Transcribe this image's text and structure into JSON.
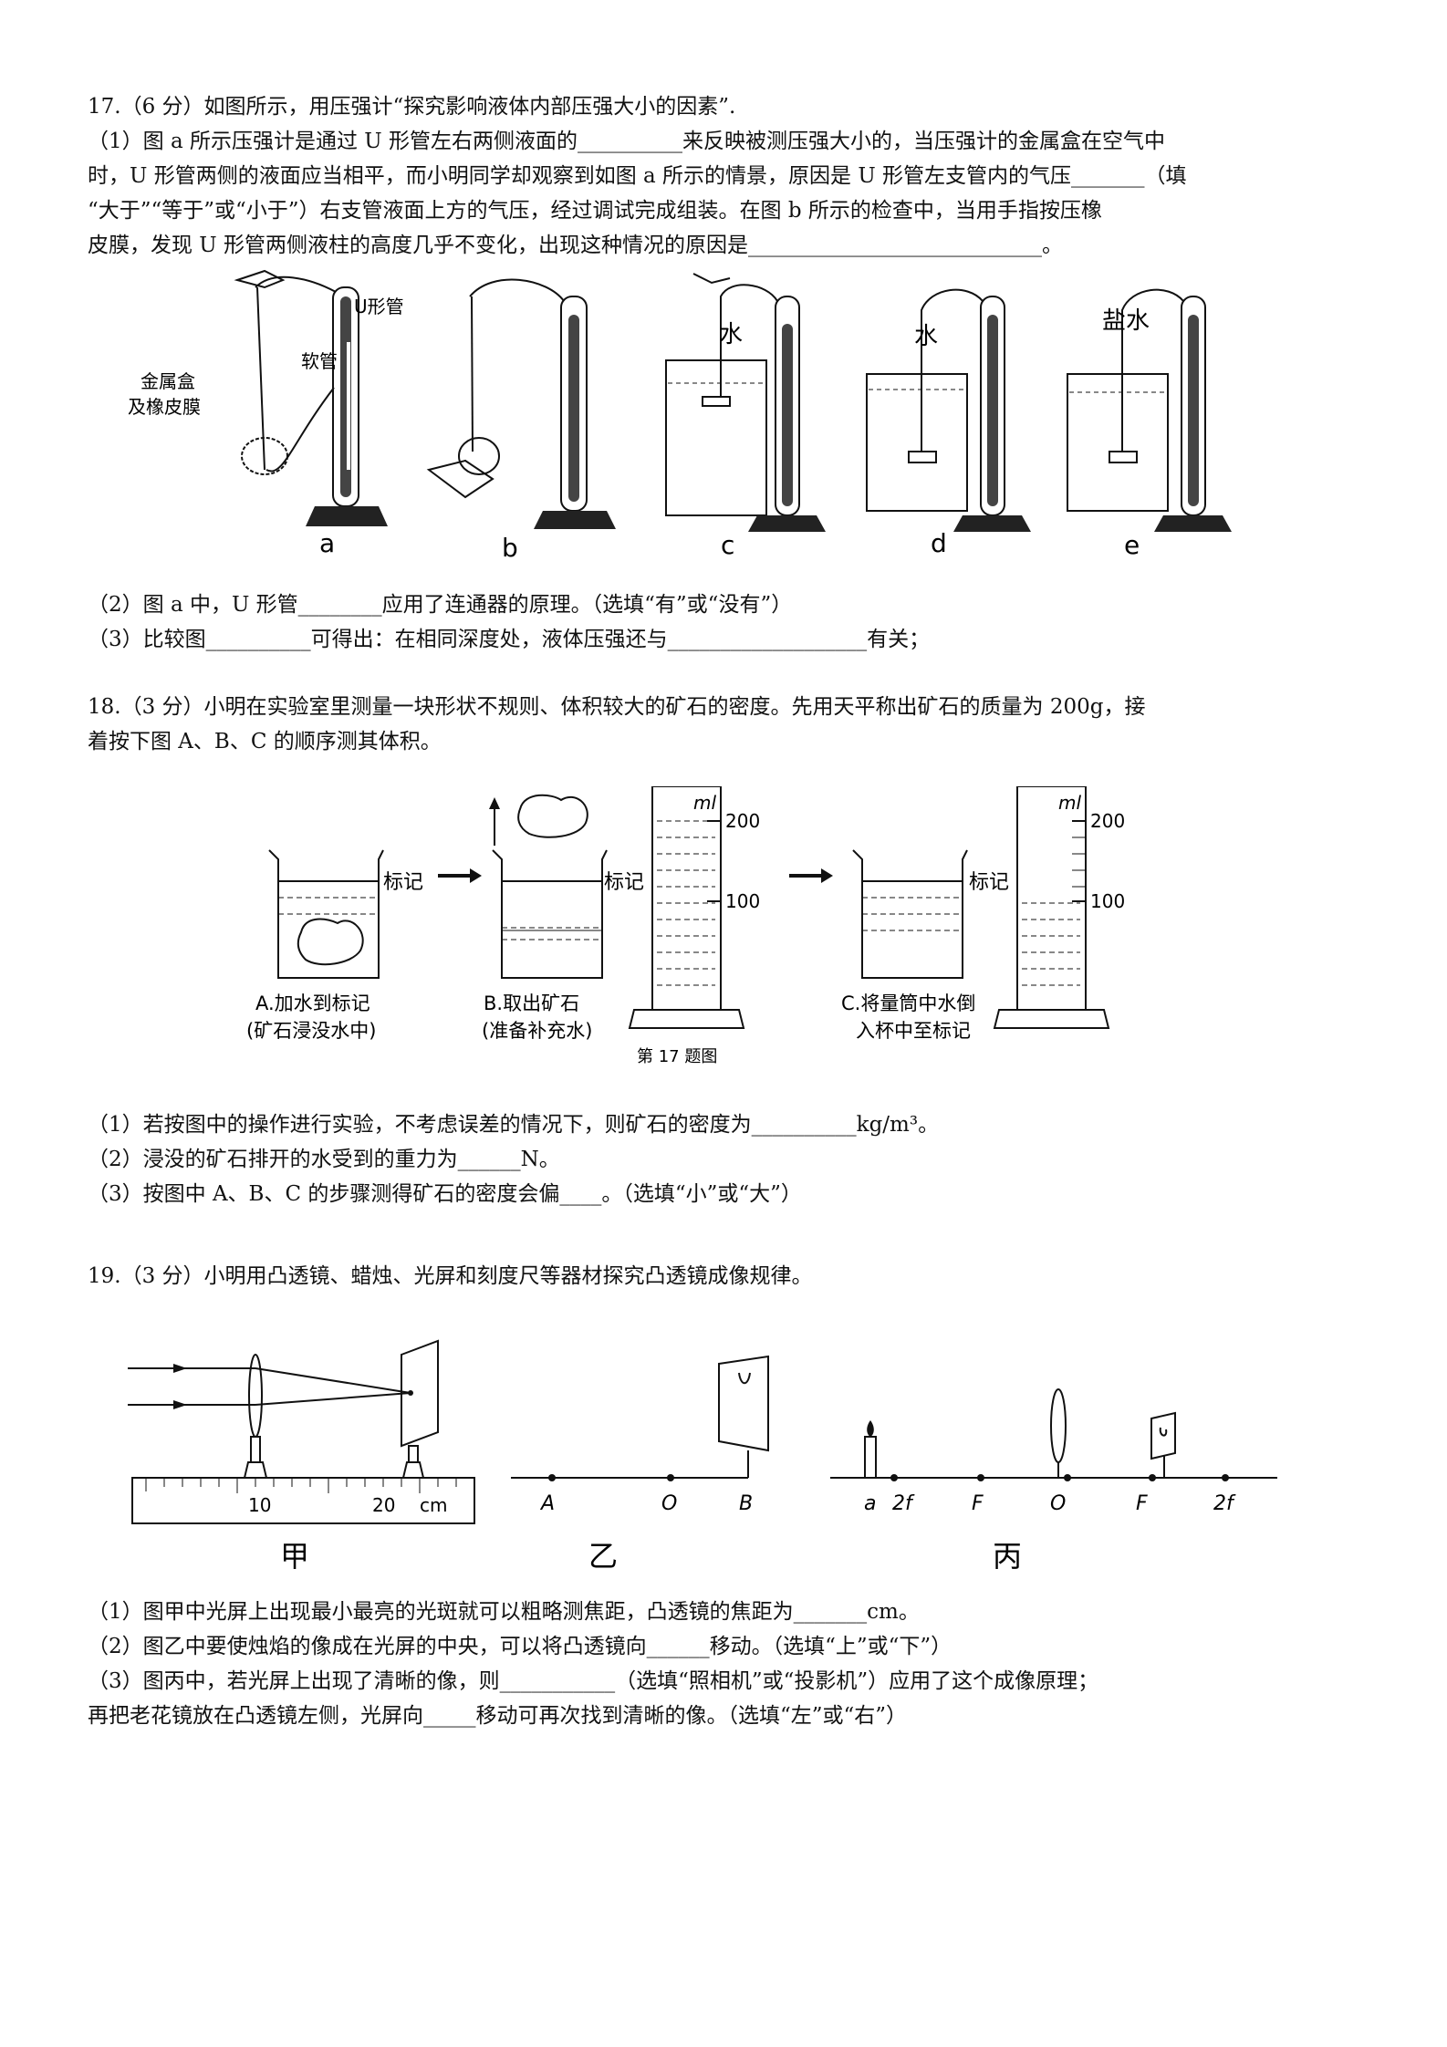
{
  "q17": {
    "title": "17.（6 分）如图所示，用压强计“探究影响液体内部压强大小的因素”.",
    "p1_l1": "（1）图 a 所示压强计是通过 U 形管左右两侧液面的__________来反映被测压强大小的，当压强计的金属盒在空气中",
    "p1_l2": "时，U 形管两侧的液面应当相平，而小明同学却观察到如图 a 所示的情景，原因是 U 形管左支管内的气压_______（填",
    "p1_l3": "“大于”“等于”或“小于”）右支管液面上方的气压，经过调试完成组装。在图 b 所示的检查中，当用手指按压橡",
    "p1_l4": "皮膜，发现 U 形管两侧液柱的高度几乎不变化，出现这种情况的原因是____________________________。",
    "p2": "（2）图 a 中，U 形管________应用了连通器的原理。（选填“有”或“没有”）",
    "p3": "（3）比较图__________可得出：在相同深度处，液体压强还与___________________有关；",
    "fig": {
      "label_u": "U形管",
      "label_soft": "软管",
      "label_box1": "金属盒",
      "label_box2": "及橡皮膜",
      "label_water1": "水",
      "label_water2": "水",
      "label_salt": "盐水",
      "sub_a": "a",
      "sub_b": "b",
      "sub_c": "c",
      "sub_d": "d",
      "sub_e": "e"
    }
  },
  "q18": {
    "title_l1": "18.（3 分）小明在实验室里测量一块形状不规则、体积较大的矿石的密度。先用天平称出矿石的质量为 200g，接",
    "title_l2": "着按下图 A、B、C 的顺序测其体积。",
    "p1": "（1）若按图中的操作进行实验，不考虑误差的情况下，则矿石的密度为__________kg/m³。",
    "p2": "（2）浸没的矿石排开的水受到的重力为______N。",
    "p3": "（3）按图中 A、B、C 的步骤测得矿石的密度会偏____。（选填“小”或“大”）",
    "fig": {
      "mark": "标记",
      "mark2": "标记",
      "mark3": "标记",
      "capA1": "A.加水到标记",
      "capA2": "(矿石浸没水中)",
      "capB1": "B.取出矿石",
      "capB2": "(准备补充水)",
      "capC1": "C.将量筒中水倒",
      "capC2": "入杯中至标记",
      "ml": "ml",
      "ml2": "ml",
      "t200": "200",
      "t100": "100",
      "t200b": "200",
      "t100b": "100",
      "caption": "第 17 题图"
    }
  },
  "q19": {
    "title": "19.（3 分）小明用凸透镜、蜡烛、光屏和刻度尺等器材探究凸透镜成像规律。",
    "p1": "（1）图甲中光屏上出现最小最亮的光斑就可以粗略测焦距，凸透镜的焦距为_______cm。",
    "p2": "（2）图乙中要使烛焰的像成在光屏的中央，可以将凸透镜向______移动。（选填“上”或“下”）",
    "p3_l1": "（3）图丙中，若光屏上出现了清晰的像，则___________（选填“照相机”或“投影机”）应用了这个成像原理；",
    "p3_l2": "再把老花镜放在凸透镜左侧，光屏向_____移动可再次找到清晰的像。（选填“左”或“右”）",
    "fig": {
      "r10": "10",
      "r20": "20",
      "rcm": "cm",
      "A": "A",
      "O": "O",
      "B": "B",
      "a": "a",
      "f2a": "2f",
      "F1": "F",
      "O2": "O",
      "F2": "F",
      "f2b": "2f",
      "jia": "甲",
      "yi": "乙",
      "bing": "丙"
    }
  }
}
